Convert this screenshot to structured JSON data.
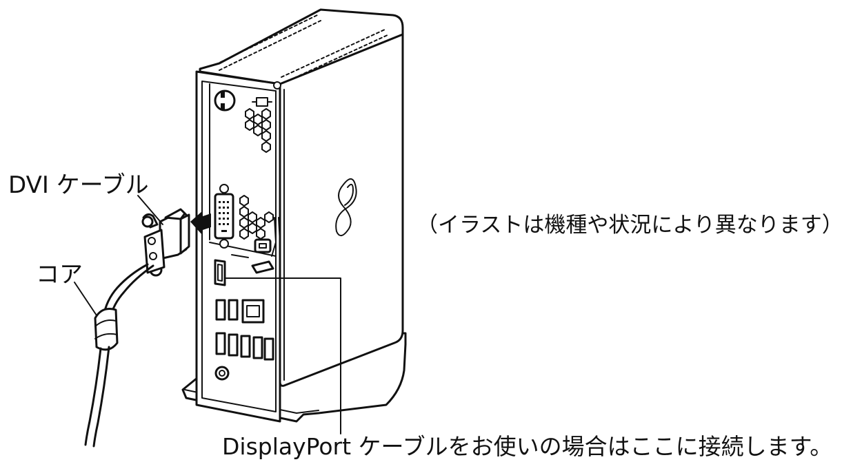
{
  "labels": {
    "dvi_cable": "DVI ケーブル",
    "core": "コア",
    "note": "（イラストは機種や状況により異なります）",
    "displayport": "DisplayPort ケーブルをお使いの場合はここに接続します。"
  },
  "colors": {
    "line": "#111111",
    "background": "#ffffff"
  }
}
